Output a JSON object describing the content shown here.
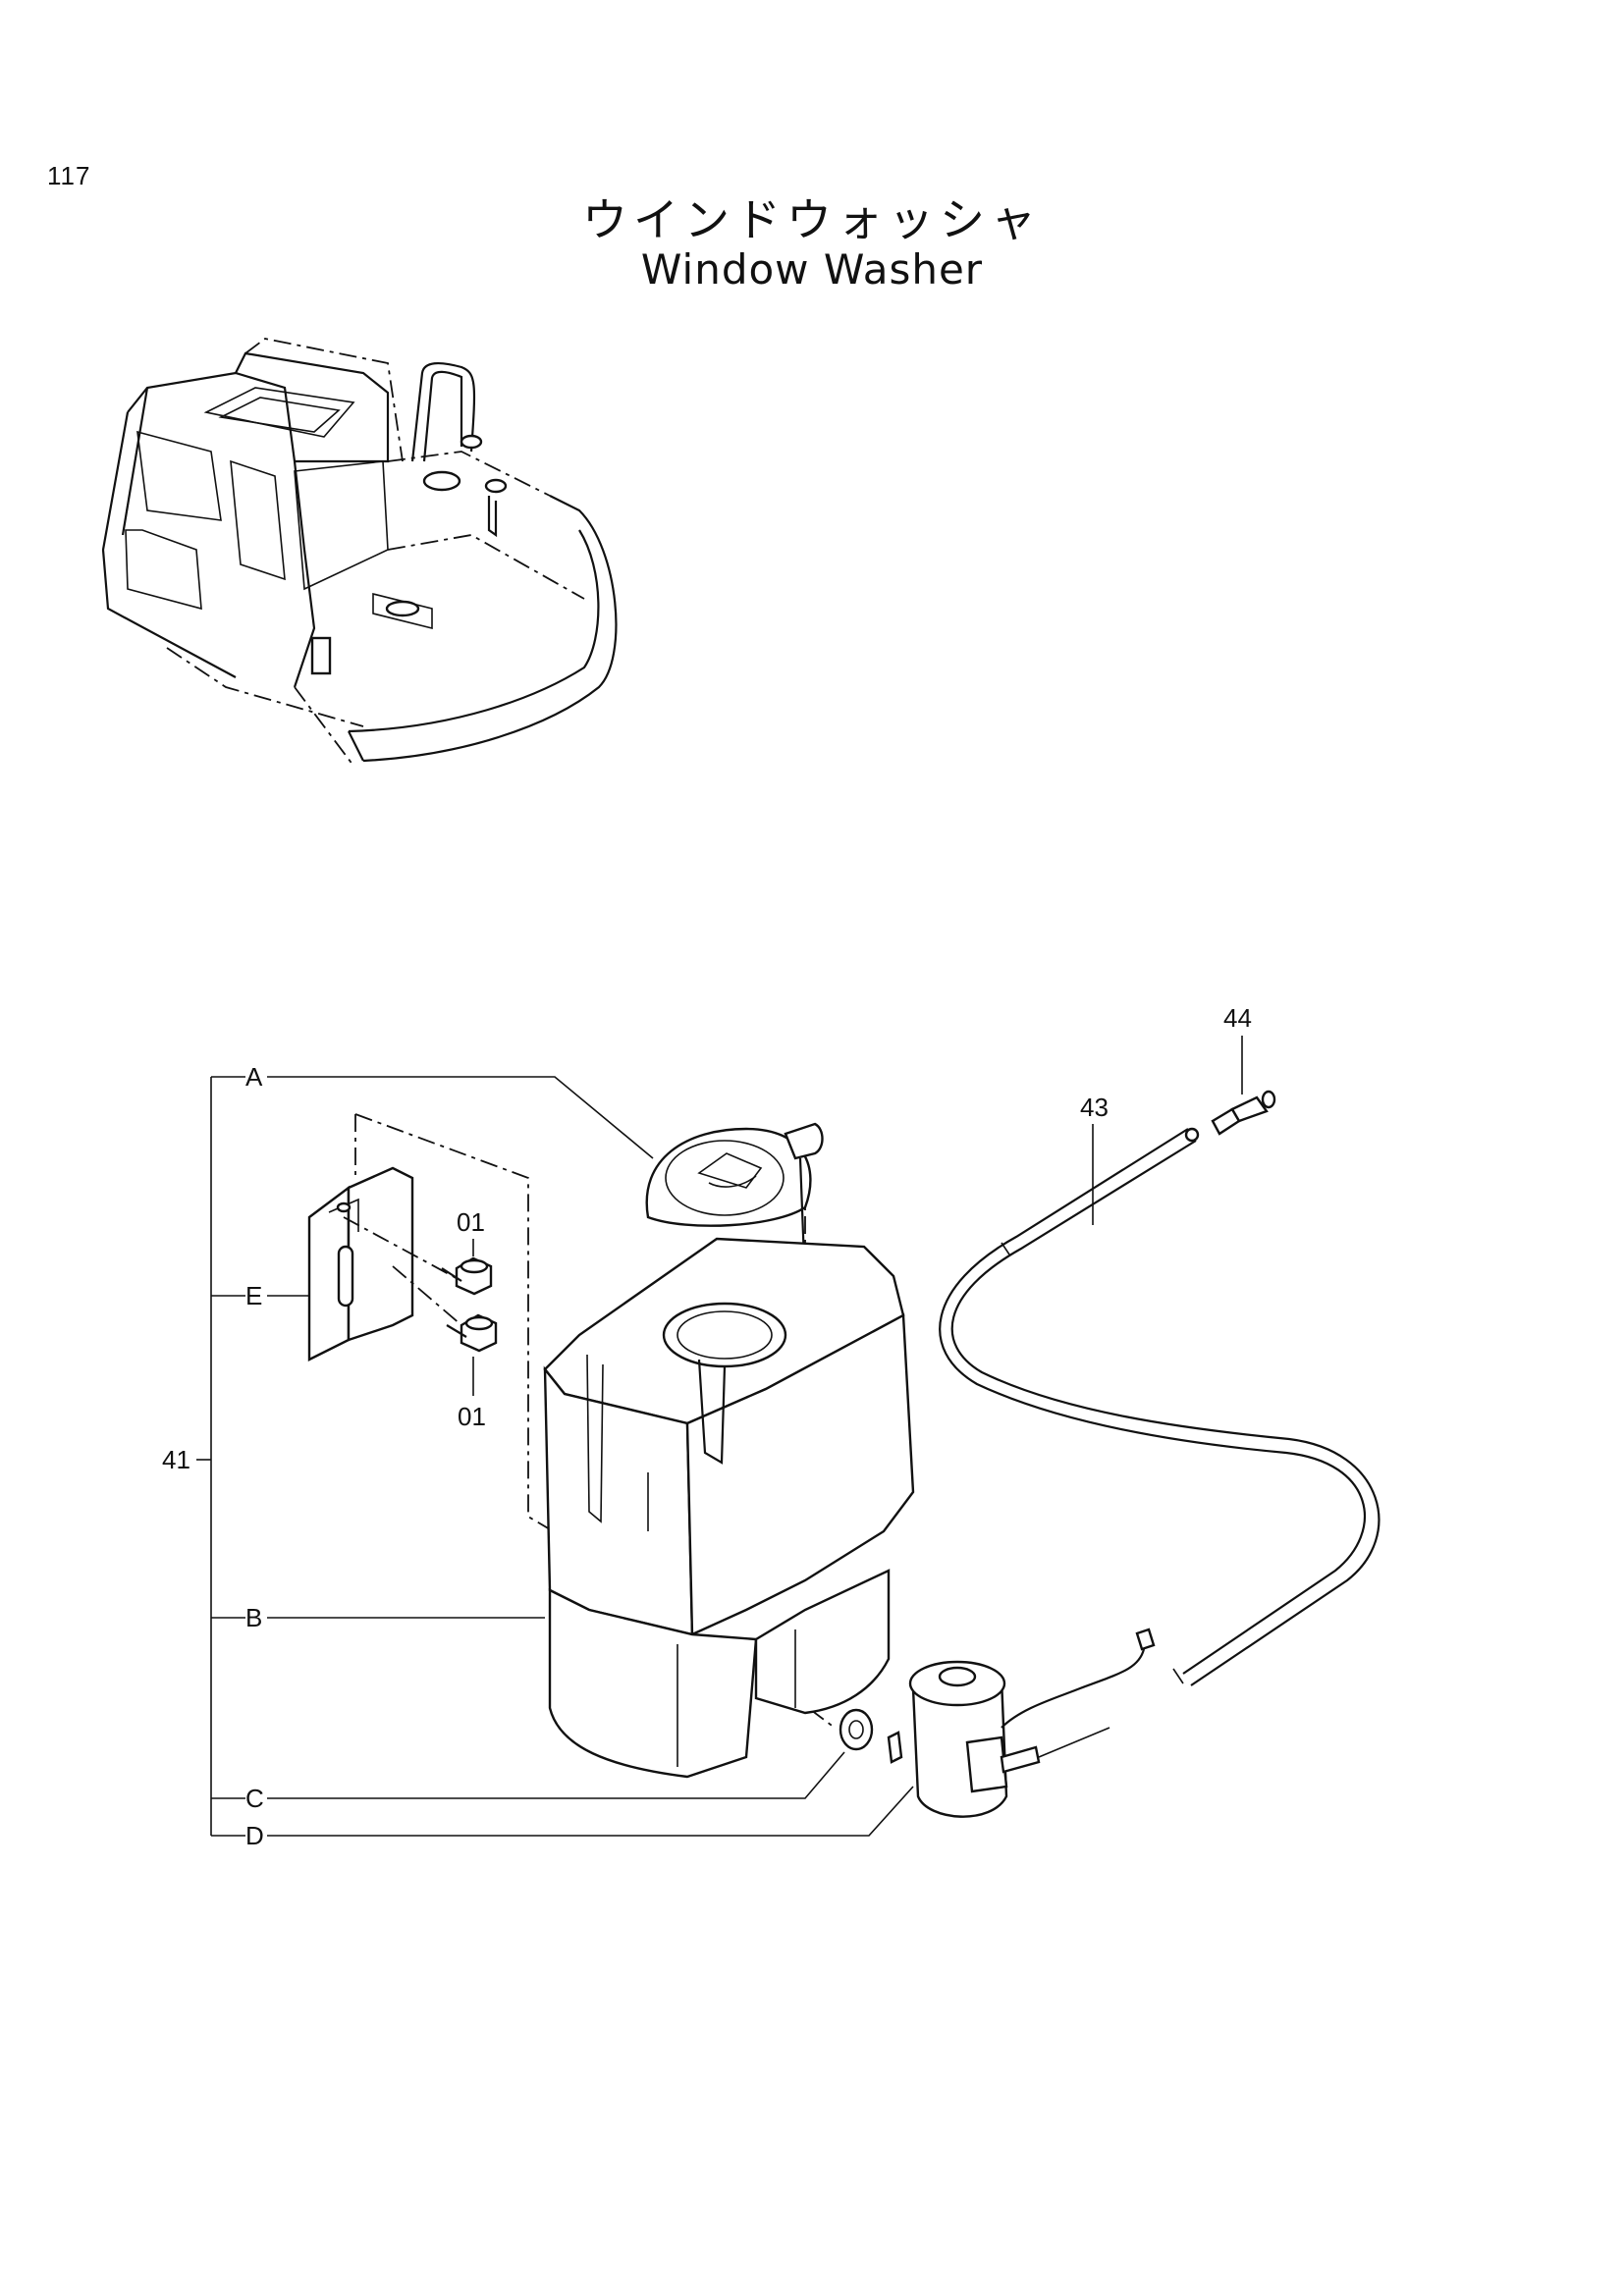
{
  "page": {
    "number": "117",
    "title_jp": "ウインドウォッシャ",
    "title_en": "Window Washer"
  },
  "callouts": {
    "group": "41",
    "sub": {
      "a": "A",
      "b": "B",
      "c": "C",
      "d": "D",
      "e": "E"
    },
    "bolt_upper": "01",
    "bolt_lower": "01",
    "hose": "43",
    "nozzle": "44"
  }
}
